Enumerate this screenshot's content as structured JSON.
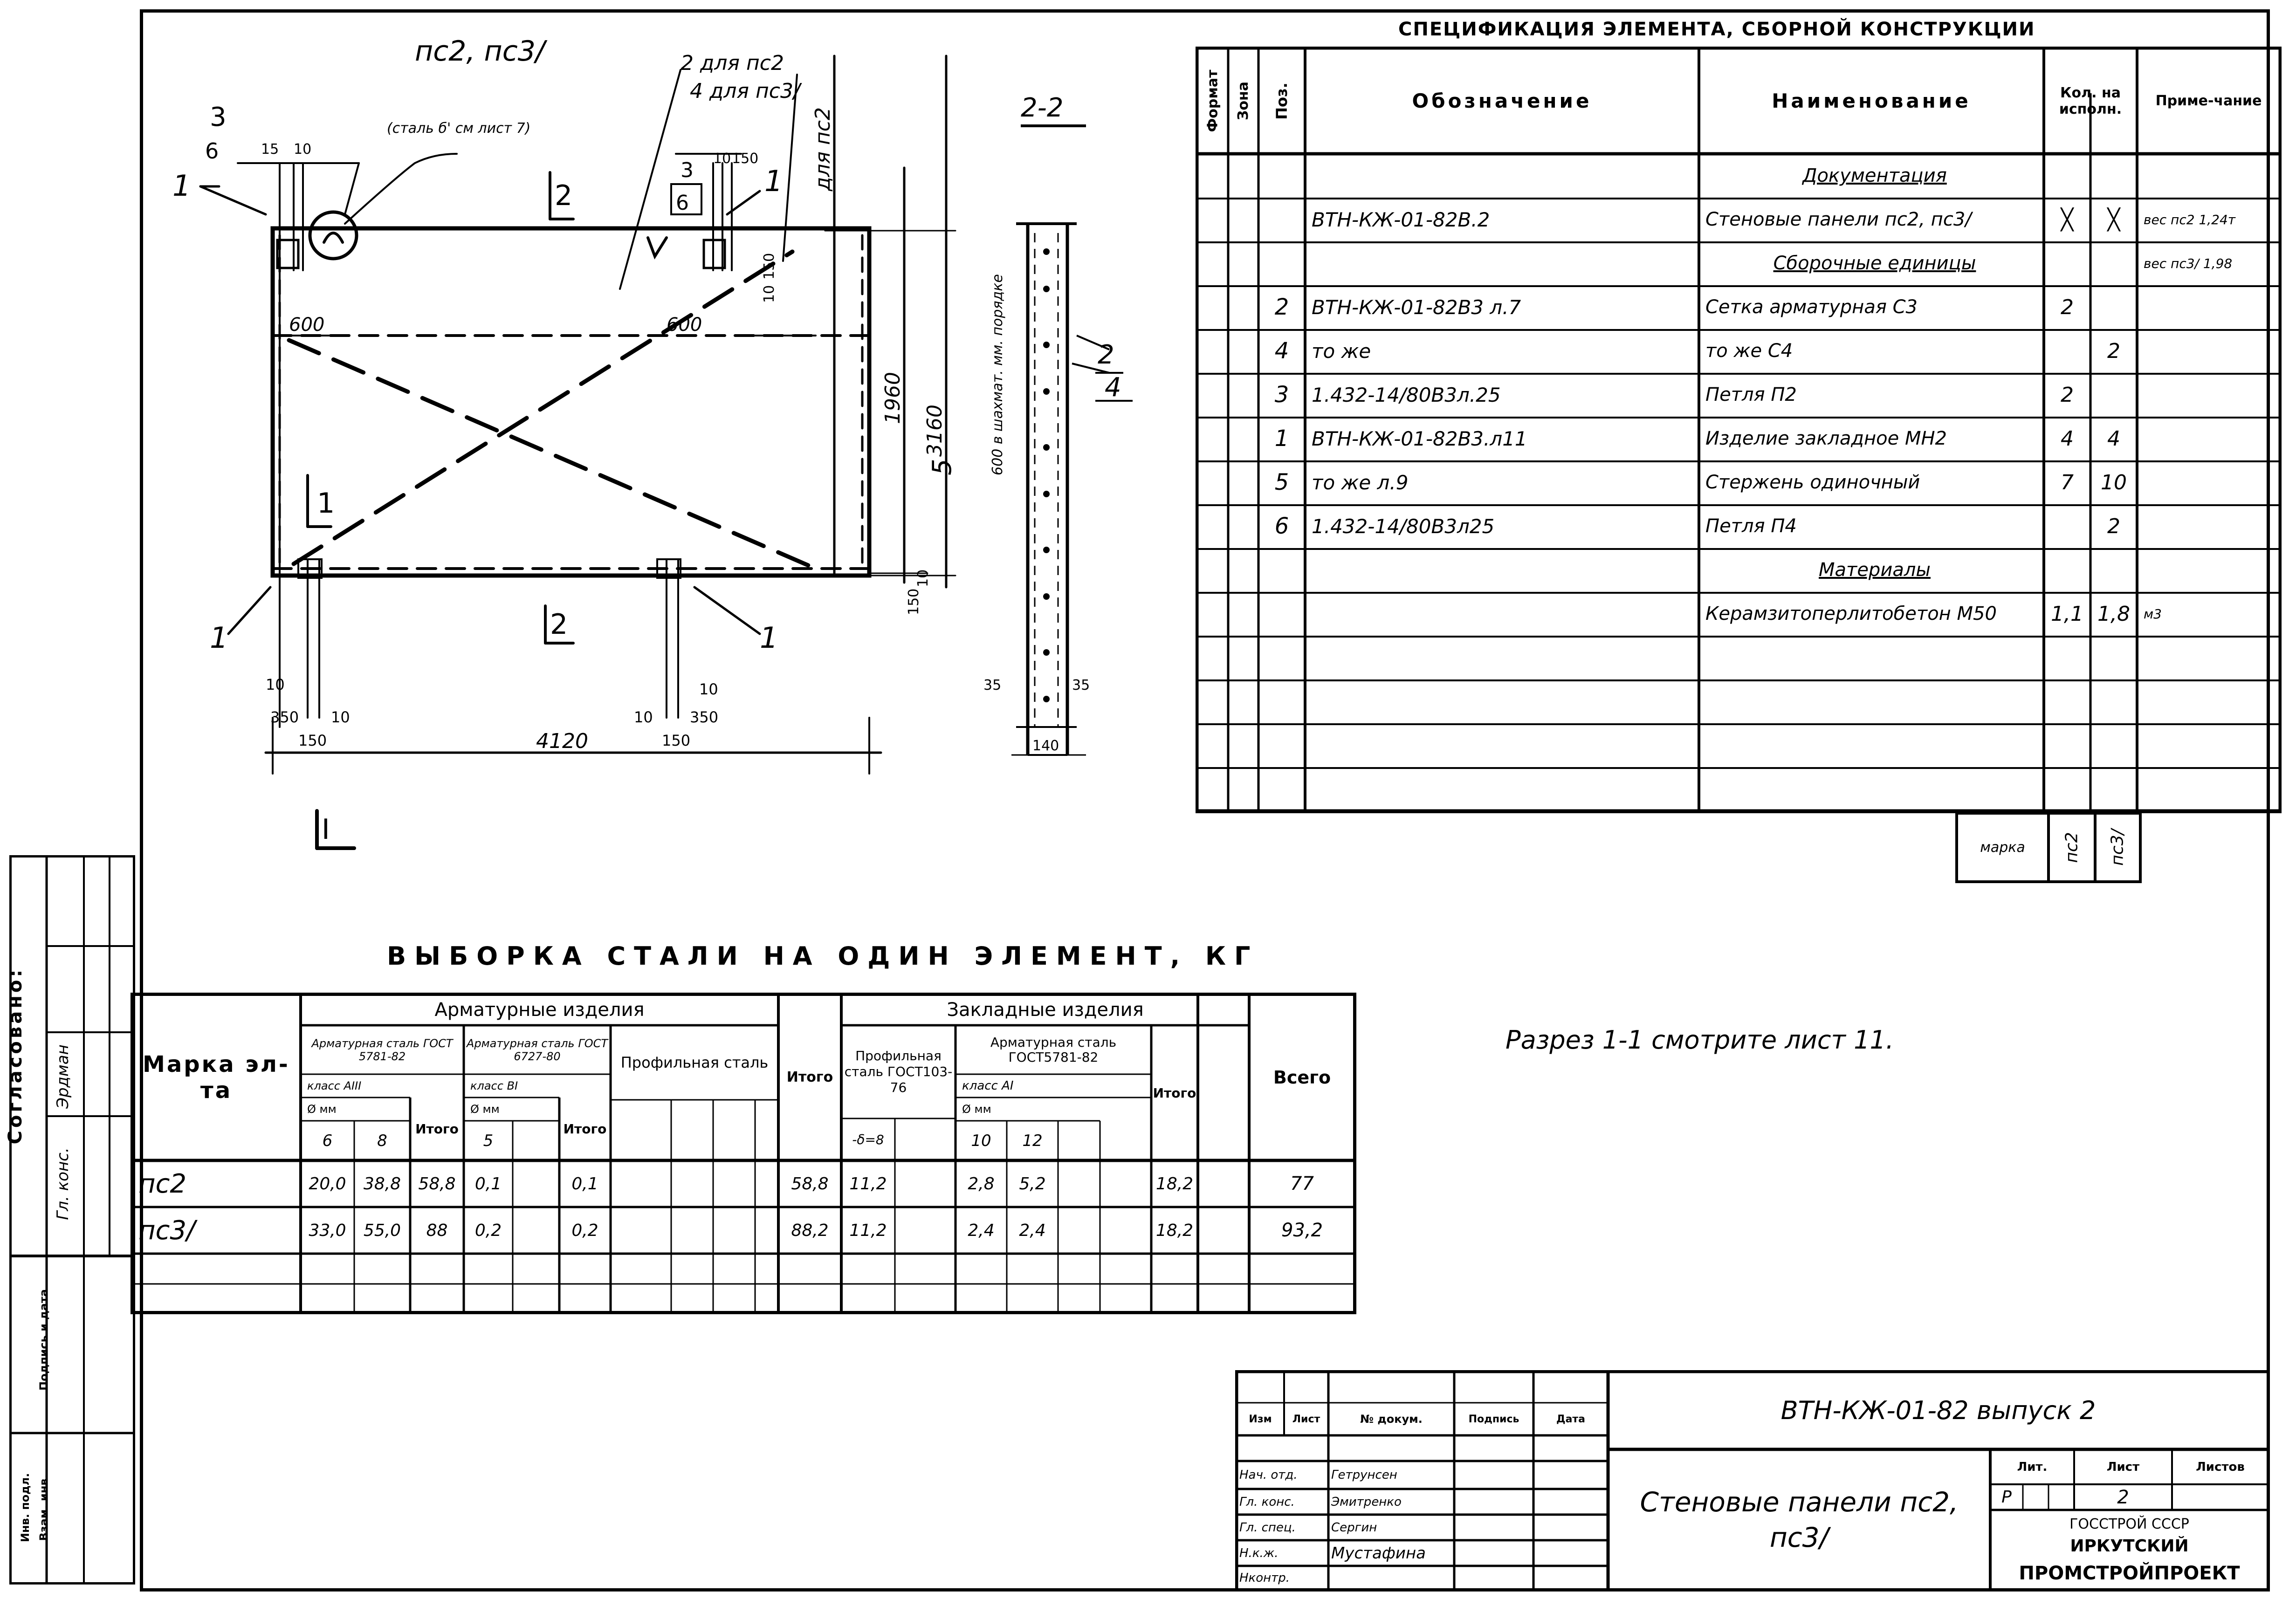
{
  "drawing": {
    "plan_label": "пс2, пс3/",
    "note_steel": "(сталь б' см лист 7)",
    "label_2_for_ps2": "2 для пс2",
    "label_4_for_ps3": "4 для пс3/",
    "label_for_ps2_vert": "для пс2",
    "callout_3": "3",
    "callout_6": "6",
    "callout_1": "1",
    "dim_15": "15",
    "dim_10": "10",
    "dim_600": "600",
    "dim_150": "150",
    "dim_350": "350",
    "dim_4120": "4120",
    "dim_3160": "3160",
    "dim_1960": "1960",
    "section_mark_2": "2",
    "section_mark_1": "1",
    "view_mark_I": "I",
    "section_title": "2-2",
    "section_note": "600 в шахмат. мм. порядке",
    "dim_5": "5",
    "dim_35": "35",
    "dim_140": "140",
    "dim_110": "110",
    "callout_4": "4",
    "razrez_note": "Разрез 1-1 смотрите лист 11."
  },
  "spec": {
    "title": "СПЕЦИФИКАЦИЯ ЭЛЕМЕНТА, СБОРНОЙ КОНСТРУКЦИИ",
    "headers": {
      "format": "Формат",
      "zona": "Зона",
      "poz": "Поз.",
      "oboz": "Обозначение",
      "naim": "Наименование",
      "kol": "Кол. на исполн.",
      "prim": "Приме-чание"
    },
    "rows": [
      {
        "poz": "",
        "oboz": "",
        "naim": "Документация",
        "k1": "",
        "k2": "",
        "prim": ""
      },
      {
        "poz": "",
        "oboz": "ВТН-КЖ-01-82В.2",
        "naim": "Стеновые панели пс2, пс3/",
        "k1": "╳",
        "k2": "╳",
        "prim": "вес пс2 1,24т"
      },
      {
        "poz": "",
        "oboz": "",
        "naim": "Сборочные единицы",
        "k1": "",
        "k2": "",
        "prim": "вес пс3/ 1,98"
      },
      {
        "poz": "2",
        "oboz": "ВТН-КЖ-01-82В3 л.7",
        "naim": "Сетка арматурная С3",
        "k1": "2",
        "k2": "",
        "prim": ""
      },
      {
        "poz": "4",
        "oboz": "то же",
        "naim": "то же          С4",
        "k1": "",
        "k2": "2",
        "prim": ""
      },
      {
        "poz": "3",
        "oboz": "1.432-14/80В3л.25",
        "naim": "Петля П2",
        "k1": "2",
        "k2": "",
        "prim": ""
      },
      {
        "poz": "1",
        "oboz": "ВТН-КЖ-01-82В3.л11",
        "naim": "Изделие закладное  МН2",
        "k1": "4",
        "k2": "4",
        "prim": ""
      },
      {
        "poz": "5",
        "oboz": "то же      л.9",
        "naim": "Стержень одиночный",
        "k1": "7",
        "k2": "10",
        "prim": ""
      },
      {
        "poz": "6",
        "oboz": "1.432-14/80В3л25",
        "naim": "Петля П4",
        "k1": "",
        "k2": "2",
        "prim": ""
      },
      {
        "poz": "",
        "oboz": "",
        "naim": "Материалы",
        "k1": "",
        "k2": "",
        "prim": ""
      },
      {
        "poz": "",
        "oboz": "",
        "naim": "Керамзитоперлитобетон М50",
        "k1": "1,1",
        "k2": "1,8",
        "prim": "м3"
      },
      {
        "poz": "",
        "oboz": "",
        "naim": "",
        "k1": "",
        "k2": "",
        "prim": ""
      },
      {
        "poz": "",
        "oboz": "",
        "naim": "",
        "k1": "",
        "k2": "",
        "prim": ""
      },
      {
        "poz": "",
        "oboz": "",
        "naim": "",
        "k1": "",
        "k2": "",
        "prim": ""
      },
      {
        "poz": "",
        "oboz": "",
        "naim": "",
        "k1": "",
        "k2": "",
        "prim": ""
      }
    ],
    "marka_label": "марка",
    "marka_ps2": "пс2",
    "marka_ps31": "пс3/"
  },
  "steel": {
    "title": "ВЫБОРКА СТАЛИ НА ОДИН ЭЛЕМЕНТ, КГ",
    "h_marka": "Марка эл-та",
    "h_armatur": "Арматурные изделия",
    "h_zaklad": "Закладные изделия",
    "h_arm_steel1": "Арматурная сталь ГОСТ 5781-82",
    "h_arm_steel2": "Арматурная сталь ГОСТ 6727-80",
    "h_class1": "класс АIII",
    "h_class2": "класс ВI",
    "h_dia": "Ø мм",
    "h_6": "6",
    "h_8": "8",
    "h_5": "5",
    "h_itogo": "Итого",
    "h_profil": "Профильная сталь",
    "h_itogo2": "Итого",
    "h_profil2": "Профильная сталь ГОСТ103-76",
    "h_s8": "-δ=8",
    "h_arm3": "Арматурная сталь ГОСТ5781-82",
    "h_class3": "класс АI",
    "h_dia2": "Ø мм",
    "h_10": "10",
    "h_12": "12",
    "h_itogo3": "Итого",
    "h_vsego": "Всего",
    "rows": [
      {
        "marka": "пс2",
        "a6": "20,0",
        "a8": "38,8",
        "it1": "58,8",
        "b5": "0,1",
        "it2": "0,1",
        "itogo": "58,8",
        "s8": "11,2",
        "d10": "2,8",
        "d12": "5,2",
        "it3": "18,2",
        "vsego": "77"
      },
      {
        "marka": "пс3/",
        "a6": "33,0",
        "a8": "55,0",
        "it1": "88",
        "b5": "0,2",
        "it2": "0,2",
        "itogo": "88,2",
        "s8": "11,2",
        "d10": "2,4",
        "d12": "2,4",
        "it3": "18,2",
        "vsego": "93,2"
      }
    ]
  },
  "side": {
    "soglasovano": "Согласовано:",
    "r1": "Гл. конс.",
    "r2": "Эрдман",
    "inv1": "Подпись и дата",
    "inv2": "Взам. инв.",
    "inv3": "Инв. подл."
  },
  "stamp": {
    "h_izm": "Изм",
    "h_list": "Лист",
    "h_ndok": "№ докум.",
    "h_podp": "Подпись",
    "h_data": "Дата",
    "code": "ВТН-КЖ-01-82 выпуск 2",
    "roles": [
      {
        "role": "Нач. отд.",
        "name": "Гетрунсен"
      },
      {
        "role": "Гл. конс.",
        "name": "Эмитренко"
      },
      {
        "role": "Гл. спец.",
        "name": "Сергин"
      },
      {
        "role": "Н.к.ж.",
        "name": "Мустафина"
      },
      {
        "role": "Нконтр.",
        "name": ""
      }
    ],
    "name": "Стеновые панели пс2, пс3/",
    "h_lit": "Лит.",
    "h_sheet": "Лист",
    "h_sheets": "Листов",
    "lit_val": "Р",
    "sheet_val": "2",
    "org1": "ГОССТРОЙ СССР",
    "org2": "ИРКУТСКИЙ",
    "org3": "ПРОМСТРОЙПРОЕКТ"
  }
}
